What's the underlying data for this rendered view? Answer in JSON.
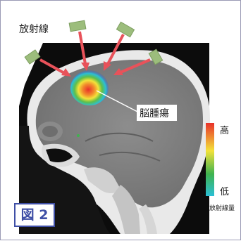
{
  "labels": {
    "radiation": "放射線",
    "tumor": "脳腫瘍",
    "scale_high": "高",
    "scale_low": "低",
    "scale_title": "放射線量"
  },
  "figure_badge": "図 2",
  "colors": {
    "frame_border": "#9a9ab4",
    "badge_blue": "#3f4fa6",
    "arrow_red": "#e8525a",
    "beam_source_green": "#9cbd7c",
    "scale_top": "#e8312a",
    "scale_mid": "#f3e23a",
    "scale_lower": "#3fb34f",
    "scale_bottom": "#2bbfd6"
  }
}
